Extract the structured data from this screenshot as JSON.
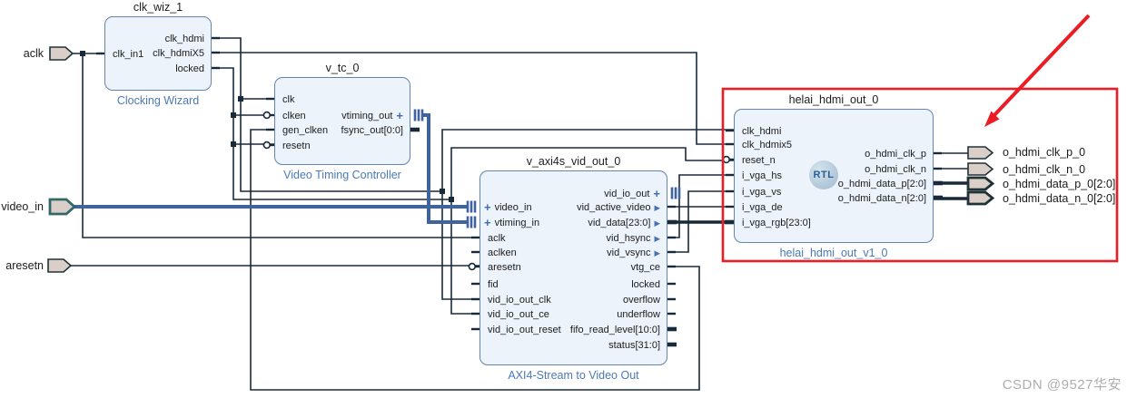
{
  "watermark": "CSDN @9527华安",
  "ports": {
    "inputs": [
      {
        "label": "aclk"
      },
      {
        "label": "video_in",
        "bus": true
      },
      {
        "label": "aresetn"
      }
    ],
    "outputs": [
      {
        "label": "o_hdmi_clk_p_0"
      },
      {
        "label": "o_hdmi_clk_n_0"
      },
      {
        "label": "o_hdmi_data_p_0[2:0]",
        "bus": true
      },
      {
        "label": "o_hdmi_data_n_0[2:0]",
        "bus": true
      }
    ]
  },
  "blocks": [
    {
      "id": "clk_wiz_1",
      "title": "clk_wiz_1",
      "sublabel": "Clocking Wizard",
      "left_pins": [
        {
          "label": "clk_in1"
        }
      ],
      "right_pins": [
        {
          "label": "clk_hdmi"
        },
        {
          "label": "clk_hdmiX5"
        },
        {
          "label": "locked"
        }
      ]
    },
    {
      "id": "v_tc_0",
      "title": "v_tc_0",
      "sublabel": "Video Timing Controller",
      "left_pins": [
        {
          "label": "clk"
        },
        {
          "label": "clken",
          "inverted": true
        },
        {
          "label": "gen_clken"
        },
        {
          "label": "resetn",
          "inverted": true
        }
      ],
      "right_pins": [
        {
          "label": "vtiming_out",
          "iface": true
        },
        {
          "label": "fsync_out[0:0]",
          "bus": true
        }
      ]
    },
    {
      "id": "v_axi4s_vid_out_0",
      "title": "v_axi4s_vid_out_0",
      "sublabel": "AXI4-Stream to Video Out",
      "left_pins": [
        {
          "label": "video_in",
          "iface": true
        },
        {
          "label": "vtiming_in",
          "iface": true
        },
        {
          "label": "aclk"
        },
        {
          "label": "aclken"
        },
        {
          "label": "aresetn",
          "inverted": true
        },
        {
          "label": "fid"
        },
        {
          "label": "vid_io_out_clk"
        },
        {
          "label": "vid_io_out_ce"
        },
        {
          "label": "vid_io_out_reset"
        }
      ],
      "right_pins": [
        {
          "label": "vid_io_out",
          "iface": true
        },
        {
          "label": "vid_active_video",
          "arrow": true
        },
        {
          "label": "vid_data[23:0]",
          "arrow": true,
          "bus": true
        },
        {
          "label": "vid_hsync",
          "arrow": true
        },
        {
          "label": "vid_vsync",
          "arrow": true
        },
        {
          "label": "vtg_ce"
        },
        {
          "label": "locked"
        },
        {
          "label": "overflow"
        },
        {
          "label": "underflow"
        },
        {
          "label": "fifo_read_level[10:0]",
          "bus": true
        },
        {
          "label": "status[31:0]",
          "bus": true
        }
      ]
    },
    {
      "id": "helai_hdmi_out_0",
      "title": "helai_hdmi_out_0",
      "sublabel": "helai_hdmi_out_v1_0",
      "badge": "RTL",
      "left_pins": [
        {
          "label": "clk_hdmi"
        },
        {
          "label": "clk_hdmix5"
        },
        {
          "label": "reset_n",
          "inverted": true
        },
        {
          "label": "i_vga_hs"
        },
        {
          "label": "i_vga_vs"
        },
        {
          "label": "i_vga_de"
        },
        {
          "label": "i_vga_rgb[23:0]",
          "bus": true
        }
      ],
      "right_pins": [
        {
          "label": "o_hdmi_clk_p"
        },
        {
          "label": "o_hdmi_clk_n"
        },
        {
          "label": "o_hdmi_data_p[2:0]",
          "bus": true
        },
        {
          "label": "o_hdmi_data_n[2:0]",
          "bus": true
        }
      ]
    }
  ],
  "colors": {
    "wire": "#18293a",
    "interface_bus": "#3f639c",
    "block_fill": "#edf3fb",
    "block_border": "#6284ad",
    "sublabel": "#4b79b8",
    "port_fill": "#dacfc8",
    "highlight_red": "#ea1c24",
    "watermark_gray": "#aeaeae"
  }
}
